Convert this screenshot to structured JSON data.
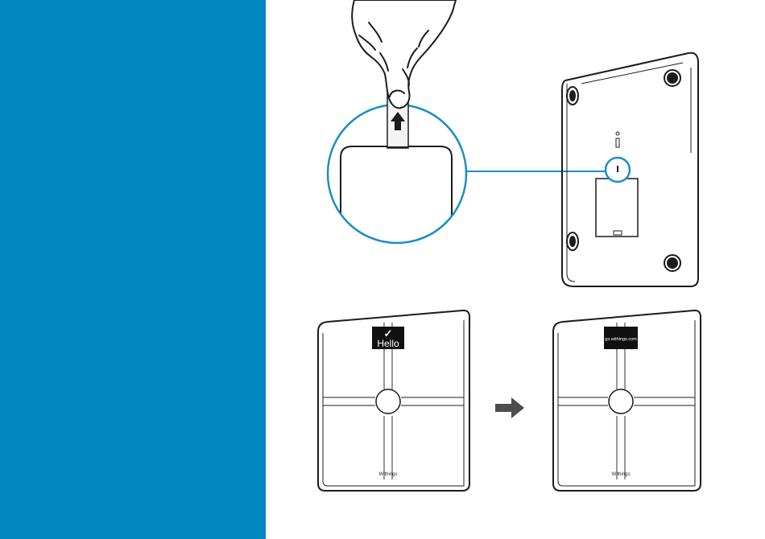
{
  "colors": {
    "side_panel": "#0087bf",
    "callout": "#1a8fc4",
    "line": "#1c1c1c",
    "screen": "#111111",
    "arrow": "#4d4d4d"
  },
  "icons": {
    "hand": "hand-pulling-tab-icon",
    "pull_arrow": "arrow-up-icon",
    "next_arrow": "arrow-right-icon",
    "check": "checkmark-icon"
  },
  "scale_left": {
    "check": "✓",
    "screen_text": "Hello",
    "brand": "Withings"
  },
  "scale_right": {
    "screen_text": "go.withings.com",
    "brand": "Withings"
  }
}
